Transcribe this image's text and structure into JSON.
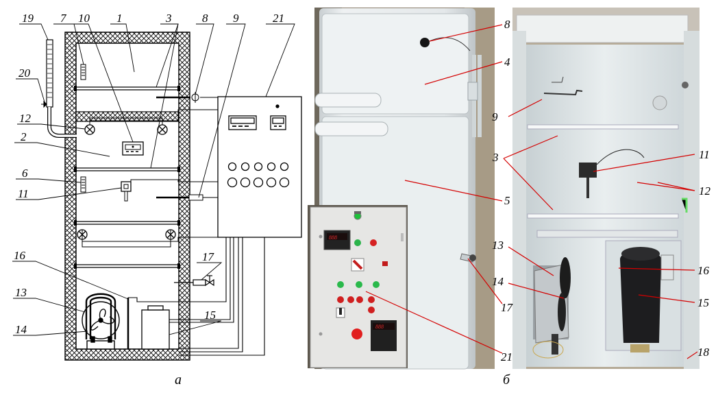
{
  "panel_a": {
    "caption": "а",
    "labels": {
      "n19": "19",
      "n7": "7",
      "n10": "10",
      "n1": "1",
      "n3": "3",
      "n8": "8",
      "n9": "9",
      "n21": "21",
      "n20": "20",
      "n12": "12",
      "n2": "2",
      "n6": "6",
      "n11": "11",
      "n16": "16",
      "n17": "17",
      "n13": "13",
      "n15": "15",
      "n14": "14"
    }
  },
  "panel_b": {
    "caption": "б",
    "labels": {
      "n8": "8",
      "n4": "4",
      "n5": "5",
      "n17": "17",
      "n21": "21",
      "n9": "9",
      "n3": "3",
      "n11": "11",
      "n12": "12",
      "n13": "13",
      "n14": "14",
      "n16": "16",
      "n15": "15",
      "n18": "18"
    }
  },
  "colors": {
    "hatch": "#000000",
    "leader_line_photo": "#d40000",
    "label_text": "#000000",
    "fridge_body": "#e9ecec",
    "control_panel": "#e8e8e8"
  }
}
